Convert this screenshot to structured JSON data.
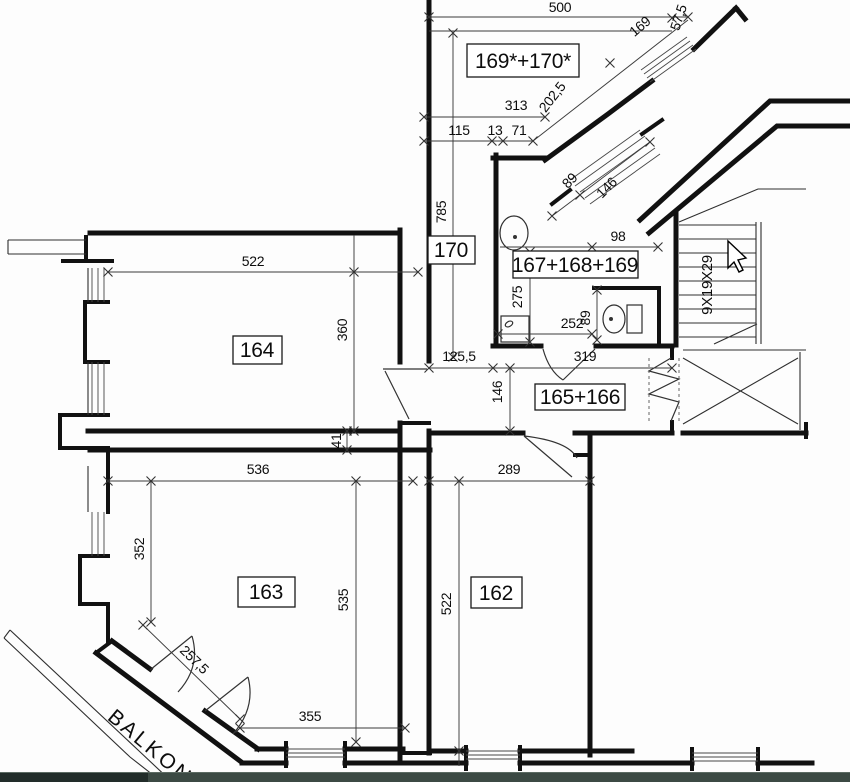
{
  "rooms": {
    "r169_170": "169*+170*",
    "r170": "170",
    "r167_168_169": "167+168+169",
    "r165_166": "165+166",
    "r164": "164",
    "r163": "163",
    "r162": "162"
  },
  "dimensions": {
    "d500": "500",
    "d169": "169",
    "d57_5": "57,5",
    "d202_5": "202,5",
    "d313": "313",
    "d115": "115",
    "d13": "13",
    "d71": "71",
    "d785": "785",
    "d89_upper": "89",
    "d146_upper": "146",
    "d98": "98",
    "d275": "275",
    "d252": "252",
    "d89_wc": "89",
    "d522_room164": "522",
    "d360": "360",
    "d125_5": "125,5",
    "d146_hall": "146",
    "d319": "319",
    "d41": "41",
    "d536": "536",
    "d289": "289",
    "d352": "352",
    "d535": "535",
    "d522_room162": "522",
    "d257_5": "257,5",
    "d355": "355"
  },
  "annotations": {
    "stairs_spec": "9X19X29",
    "balcony": "BALKON"
  },
  "colors": {
    "paper": "#fdfdfd",
    "ink": "#111111",
    "taskbar": "#3c4a44",
    "taskbar_left": "#222d2a"
  }
}
